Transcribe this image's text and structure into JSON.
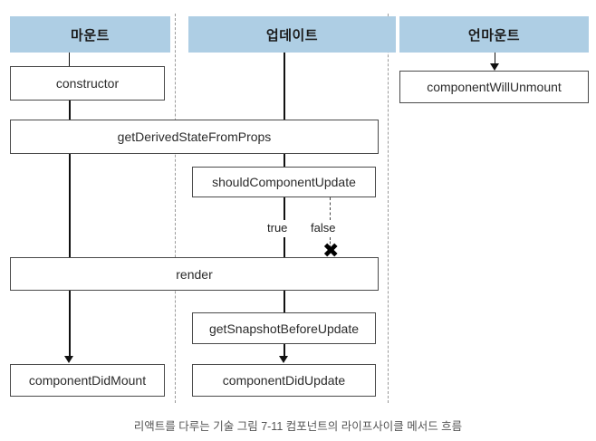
{
  "diagram": {
    "title": "React component lifecycle method flow",
    "colors": {
      "header_fill": "#aecee4",
      "node_border": "#4a4a4a",
      "node_fill": "#ffffff",
      "connector": "#111111",
      "divider": "#9a9a9a",
      "caption_text": "#555555"
    },
    "phases": [
      {
        "id": "mount",
        "label": "마운트"
      },
      {
        "id": "update",
        "label": "업데이트"
      },
      {
        "id": "unmount",
        "label": "언마운트"
      }
    ],
    "nodes": {
      "constructor": "constructor",
      "get_derived_state_from_props": "getDerivedStateFromProps",
      "should_component_update": "shouldComponentUpdate",
      "render": "render",
      "get_snapshot_before_update": "getSnapshotBeforeUpdate",
      "component_did_mount": "componentDidMount",
      "component_did_update": "componentDidUpdate",
      "component_will_unmount": "componentWillUnmount"
    },
    "branch_labels": {
      "true": "true",
      "false": "false"
    },
    "terminator": "✖",
    "caption": "리액트를 다루는 기술 그림 7-11 컴포넌트의 라이프사이클 메서드 흐름"
  }
}
